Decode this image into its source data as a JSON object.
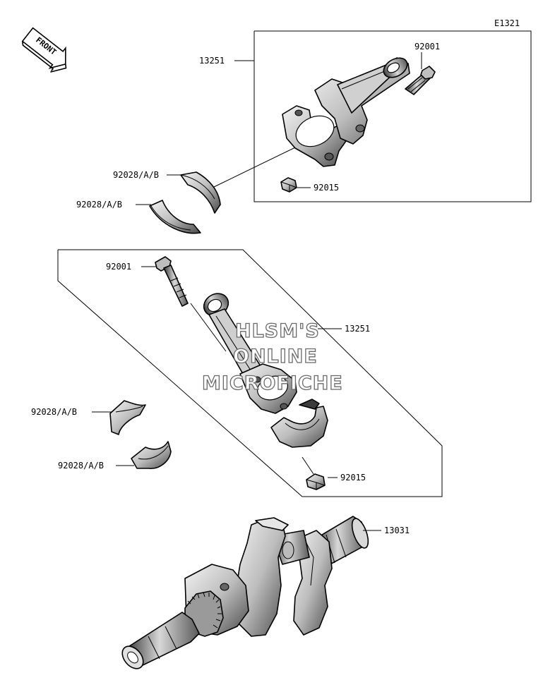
{
  "diagram_code": "E1321",
  "front_label": "FRONT",
  "watermark": [
    "HLSM'S",
    "ONLINE",
    "MICROFICHE"
  ],
  "part_labels": {
    "top_rod_assembly": "13251",
    "top_bolt": "92001",
    "top_nut": "92015",
    "top_bearing_upper": "92028/A/B",
    "top_bearing_lower": "92028/A/B",
    "mid_bolt": "92001",
    "mid_rod_assembly": "13251",
    "mid_bearing_upper": "92028/A/B",
    "mid_bearing_lower": "92028/A/B",
    "mid_nut": "92015",
    "crankshaft": "13031"
  },
  "colors": {
    "ink": "#000000",
    "shade": "#8c8c8c",
    "light": "#d9d9d9",
    "watermark": "#6a6a6a"
  }
}
